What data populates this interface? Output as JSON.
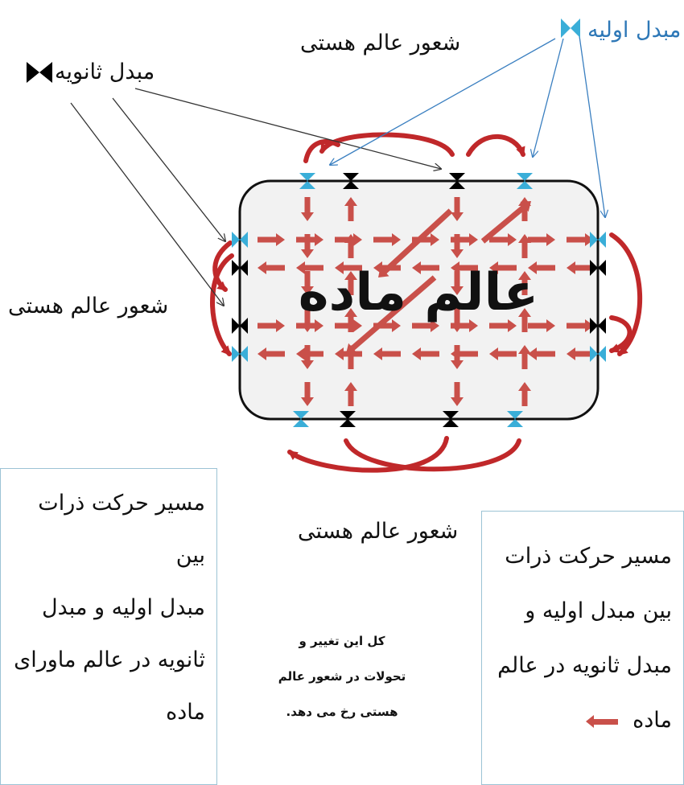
{
  "labels": {
    "primary_source": "مبدل اولیه",
    "secondary_source": "مبدل ثانویه",
    "consciousness_top": "شعور عالم هستی",
    "consciousness_left": "شعور عالم هستی",
    "consciousness_bottom": "شعور عالم هستی",
    "material_world": "عالم ماده"
  },
  "legend_left": {
    "lines": [
      "مسیر حرکت ذرات بین",
      "مبدل اولیه و مبدل",
      "ثانویه در عالم ماورای",
      "ماده"
    ]
  },
  "legend_right": {
    "lines": [
      "مسیر حرکت ذرات",
      "بین مبدل اولیه و",
      "مبدل ثانویه در عالم",
      "ماده"
    ]
  },
  "center_note": {
    "lines": [
      "کل این تغییر و",
      "تحولات در شعور عالم",
      "هستی رخ می دهد."
    ]
  },
  "colors": {
    "primary": "#3aaed8",
    "secondary": "#000000",
    "arrow_red": "#c0282a",
    "arrow_flat": "#c9504a",
    "box_fill": "#f2f2f2",
    "label_blue": "#2e78b7"
  },
  "icons": {
    "primary_converter": "bowtie-icon-blue",
    "secondary_converter": "bowtie-icon-black"
  }
}
